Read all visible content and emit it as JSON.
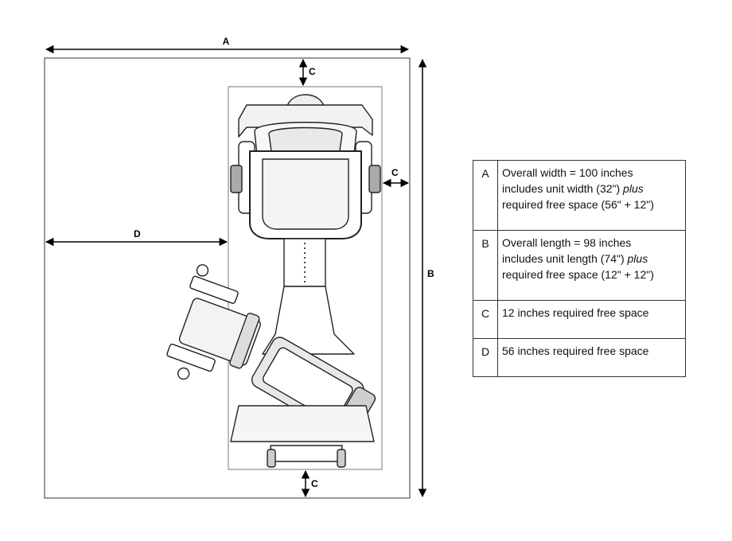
{
  "dimension_labels": {
    "a": "A",
    "b": "B",
    "c_top": "C",
    "c_side": "C",
    "c_bottom": "C",
    "d": "D"
  },
  "spec_table": {
    "rows": [
      {
        "key": "A",
        "lines": [
          "Overall width = 100 inches",
          "includes unit width (32\") ",
          "required free space (56\" + 12\")"
        ],
        "emphasis": "plus"
      },
      {
        "key": "B",
        "lines": [
          "Overall length = 98 inches",
          "includes unit length (74\") ",
          "required free space (12\" + 12\")"
        ],
        "emphasis": "plus"
      },
      {
        "key": "C",
        "lines": [
          "12 inches required free space"
        ]
      },
      {
        "key": "D",
        "lines": [
          "56 inches required free space"
        ]
      }
    ]
  },
  "colors": {
    "line": "#000000",
    "border": "#333333",
    "fill_light": "#e8e8e8",
    "fill_mid": "#cfcfcf"
  }
}
